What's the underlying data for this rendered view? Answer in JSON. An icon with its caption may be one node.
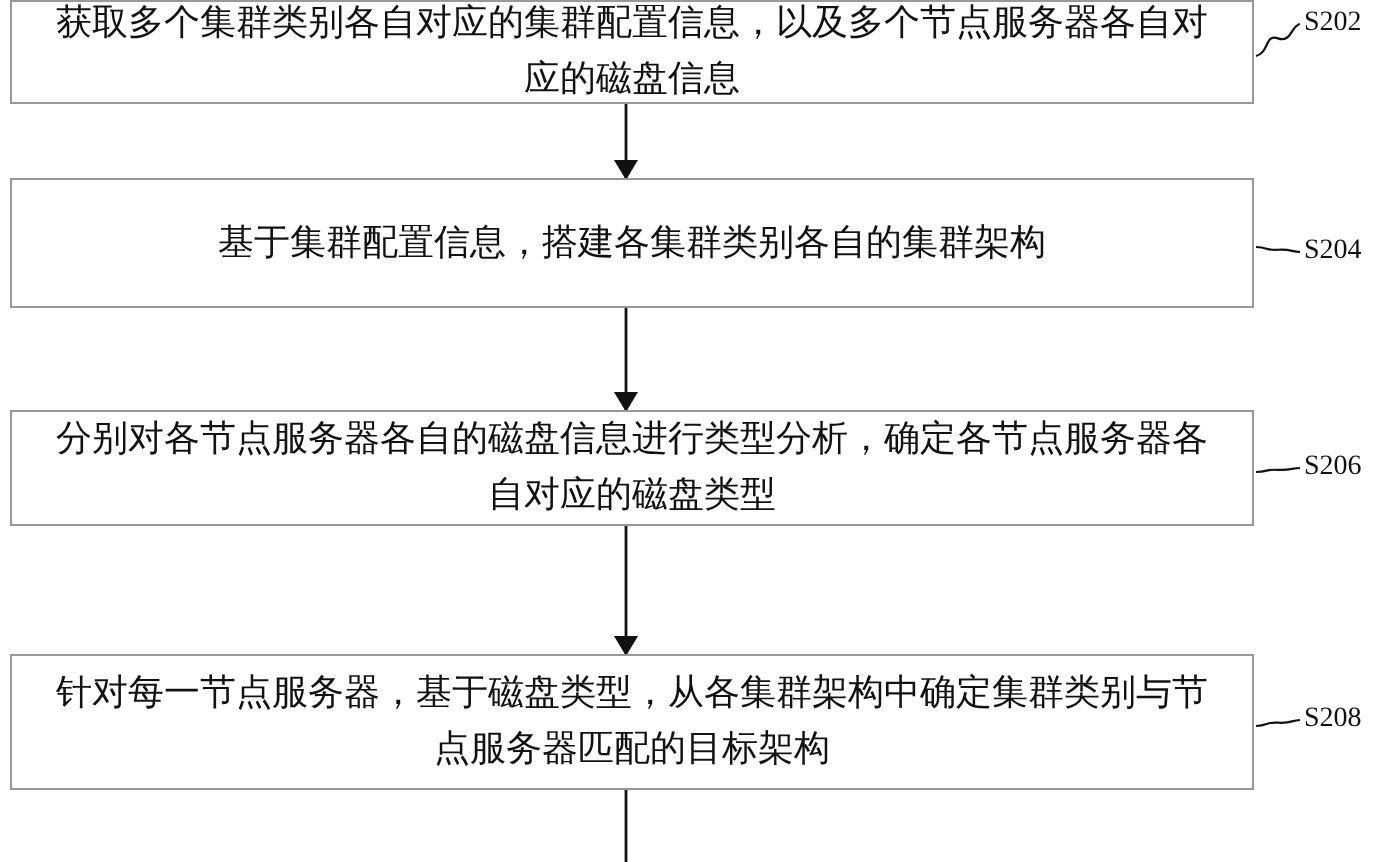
{
  "diagram": {
    "nodes": [
      {
        "text": [
          "获取多个集群类别各自对应的集群配置信息，以及多个节点服务器各自对应的磁盘信息"
        ]
      },
      {
        "text": [
          "基于集群配置信息，搭建各集群类别各自的集群架构"
        ]
      },
      {
        "text": [
          "分别对各节点服务器各自的磁盘信息进行类型分析，确定各节点服务器各自对应的磁盘类型"
        ]
      },
      {
        "text": [
          "针对每一节点服务器，基于磁盘类型，从各集群架构中确定集群类别与节点服务器匹配的目标架构"
        ]
      },
      {
        "text": [
          "S202"
        ]
      },
      {
        "text": [
          "S204"
        ]
      },
      {
        "text": [
          "S206"
        ]
      },
      {
        "text": [
          "S208"
        ]
      }
    ],
    "edges": [
      {
        "from": 0,
        "to": 1,
        "arrow": "to"
      },
      {
        "from": 1,
        "to": 2,
        "arrow": "to"
      },
      {
        "from": 2,
        "to": 3,
        "arrow": "to"
      },
      {
        "from": 3,
        "to": null,
        "arrow": "none"
      },
      {
        "from": 4,
        "to": 0,
        "arrow": "none"
      },
      {
        "from": 5,
        "to": 1,
        "arrow": "none"
      },
      {
        "from": 6,
        "to": 2,
        "arrow": "none"
      },
      {
        "from": 7,
        "to": 3,
        "arrow": "none"
      }
    ]
  }
}
